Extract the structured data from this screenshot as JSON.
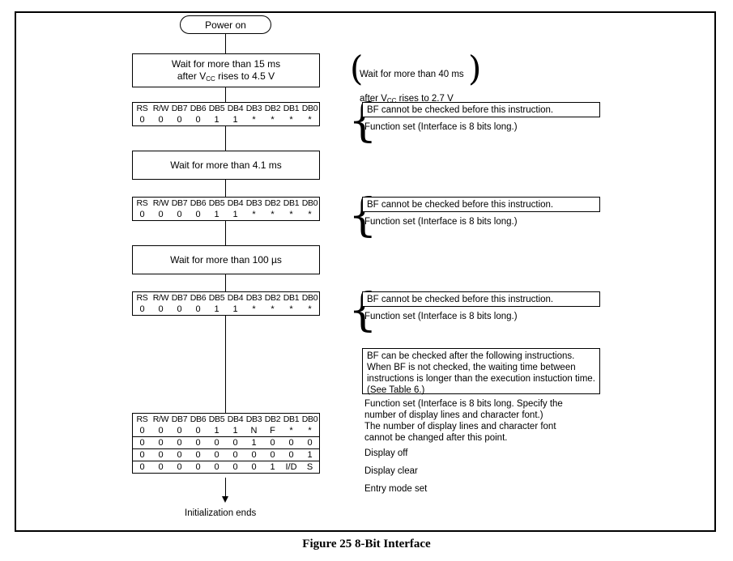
{
  "caption": "Figure 25   8-Bit Interface",
  "flow": {
    "start_label": "Power on",
    "end_label": "Initialization ends",
    "wait1_line1": "Wait for more than 15 ms",
    "wait1_line2_pre": "after V",
    "wait1_line2_sub": "CC",
    "wait1_line2_post": " rises to 4.5 V",
    "wait2": "Wait for more than 4.1 ms",
    "wait3": "Wait for more than 100 µs"
  },
  "bit_headers": [
    "RS",
    "R/W",
    "DB7",
    "DB6",
    "DB5",
    "DB4",
    "DB3",
    "DB2",
    "DB1",
    "DB0"
  ],
  "instructions": {
    "func_set_1": [
      "0",
      "0",
      "0",
      "0",
      "1",
      "1",
      "*",
      "*",
      "*",
      "*"
    ],
    "func_set_2": [
      "0",
      "0",
      "0",
      "0",
      "1",
      "1",
      "*",
      "*",
      "*",
      "*"
    ],
    "func_set_3": [
      "0",
      "0",
      "0",
      "0",
      "1",
      "1",
      "*",
      "*",
      "*",
      "*"
    ],
    "final_block": [
      [
        "0",
        "0",
        "0",
        "0",
        "1",
        "1",
        "N",
        "F",
        "*",
        "*"
      ],
      [
        "0",
        "0",
        "0",
        "0",
        "0",
        "0",
        "1",
        "0",
        "0",
        "0"
      ],
      [
        "0",
        "0",
        "0",
        "0",
        "0",
        "0",
        "0",
        "0",
        "0",
        "1"
      ],
      [
        "0",
        "0",
        "0",
        "0",
        "0",
        "0",
        "0",
        "1",
        "I/D",
        "S"
      ]
    ]
  },
  "notes": {
    "alt_supply_line1": "Wait for more than 40 ms",
    "alt_supply_line2_pre": "after V",
    "alt_supply_line2_sub": "CC",
    "alt_supply_line2_post": " rises to 2.7 V",
    "bf_cannot": "BF cannot be checked before this instruction.",
    "function_set_8bit": "Function set  (Interface is 8 bits long.)",
    "bf_can_block": "BF can be checked after the following instructions.\nWhen BF is not checked, the waiting time between\ninstructions is longer than the execution instuction\ntime.  (See Table 6.)",
    "final_function_set": "Function set  (Interface is 8 bits long.  Specify the\nnumber of display lines and character font.)\nThe number of display lines and character font\ncannot be changed after this point.",
    "display_off": "Display off",
    "display_clear": "Display clear",
    "entry_mode_set": "Entry mode set"
  }
}
